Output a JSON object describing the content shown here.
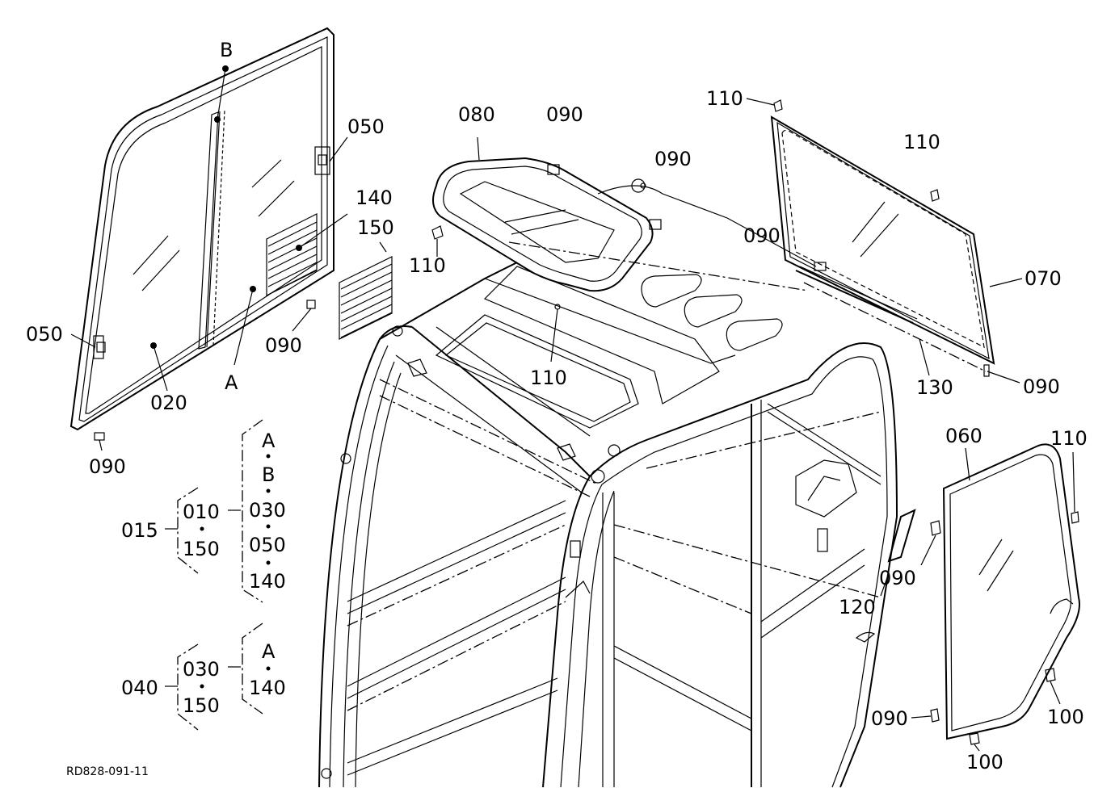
{
  "diagram_code": "RD828-091-11",
  "callouts": {
    "c050a": "050",
    "c050b": "050",
    "c140": "140",
    "c150": "150",
    "c090a": "090",
    "c020": "020",
    "cA": "A",
    "cB": "B",
    "c090b": "090",
    "c080": "080",
    "c090c": "090",
    "c090d": "090",
    "c110a": "110",
    "c110b": "110",
    "c110c": "110",
    "c110d": "110",
    "c090e": "090",
    "c070": "070",
    "c130": "130",
    "c090f": "090",
    "c060": "060",
    "c110e": "110",
    "c090g": "090",
    "c120": "120",
    "c100a": "100",
    "c090h": "090",
    "c100b": "100"
  },
  "kit_015": {
    "id": "015",
    "group1": [
      "010",
      "150"
    ],
    "group2": [
      "A",
      "B",
      "030",
      "050",
      "140"
    ]
  },
  "kit_040": {
    "id": "040",
    "group1": [
      "030",
      "150"
    ],
    "group2": [
      "A",
      "140"
    ]
  }
}
